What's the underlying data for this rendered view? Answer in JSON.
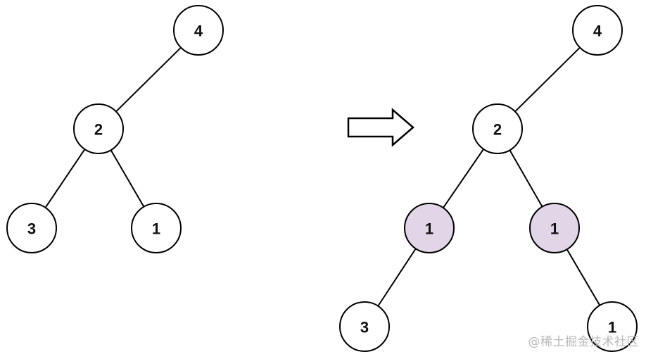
{
  "colors": {
    "node_default": "#ffffff",
    "node_highlight": "#e1d5e7",
    "stroke": "#000000"
  },
  "arrow": {
    "icon": "right-arrow-icon"
  },
  "trees": [
    {
      "name": "original-tree",
      "nodes": [
        {
          "id": "a4",
          "label": "4",
          "highlight": false
        },
        {
          "id": "a2",
          "label": "2",
          "highlight": false
        },
        {
          "id": "a3",
          "label": "3",
          "highlight": false
        },
        {
          "id": "a1",
          "label": "1",
          "highlight": false
        }
      ],
      "edges": [
        [
          "a4",
          "a2"
        ],
        [
          "a2",
          "a3"
        ],
        [
          "a2",
          "a1"
        ]
      ]
    },
    {
      "name": "result-tree",
      "nodes": [
        {
          "id": "b4",
          "label": "4",
          "highlight": false
        },
        {
          "id": "b2",
          "label": "2",
          "highlight": false
        },
        {
          "id": "b1l",
          "label": "1",
          "highlight": true
        },
        {
          "id": "b1r",
          "label": "1",
          "highlight": true
        },
        {
          "id": "b3",
          "label": "3",
          "highlight": false
        },
        {
          "id": "b1b",
          "label": "1",
          "highlight": false
        }
      ],
      "edges": [
        [
          "b4",
          "b2"
        ],
        [
          "b2",
          "b1l"
        ],
        [
          "b2",
          "b1r"
        ],
        [
          "b1l",
          "b3"
        ],
        [
          "b1r",
          "b1b"
        ]
      ]
    }
  ],
  "watermark": "@稀土掘金技术社区"
}
